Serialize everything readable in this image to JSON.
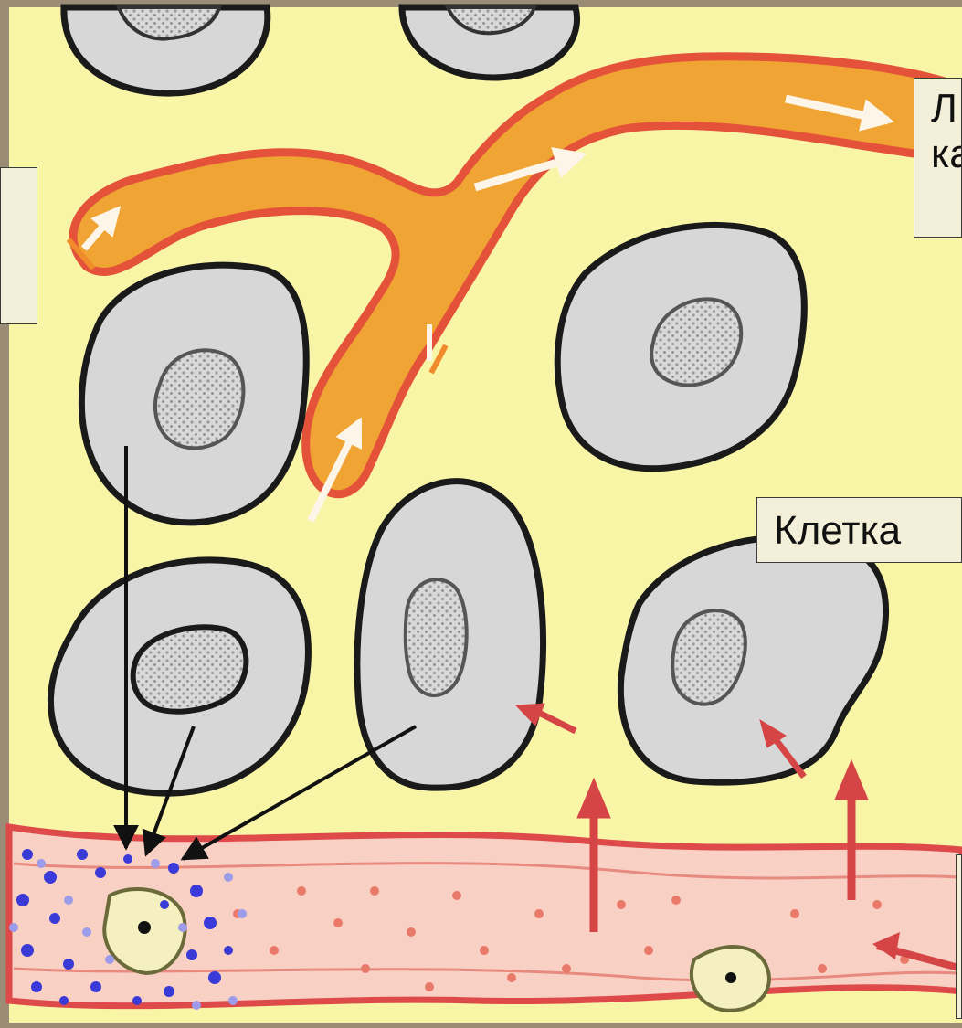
{
  "labels": {
    "lymph_capillary": {
      "line1": "Л",
      "line2": "ка"
    },
    "cell": "Клетка"
  },
  "colors": {
    "tissue_fluid": "#f9f5a6",
    "frame": "#9b8c76",
    "cell_fill": "#d7d7d7",
    "cell_outline": "#1a1a1a",
    "lymph_vessel": "#efa434",
    "lymph_outline": "#e4523a",
    "blood_vessel": "#f8d0c4",
    "blood_outline": "#de4a4a",
    "arrow_red": "#d64545",
    "arrow_black": "#111111",
    "particles_blue": "#3a3ad8"
  }
}
